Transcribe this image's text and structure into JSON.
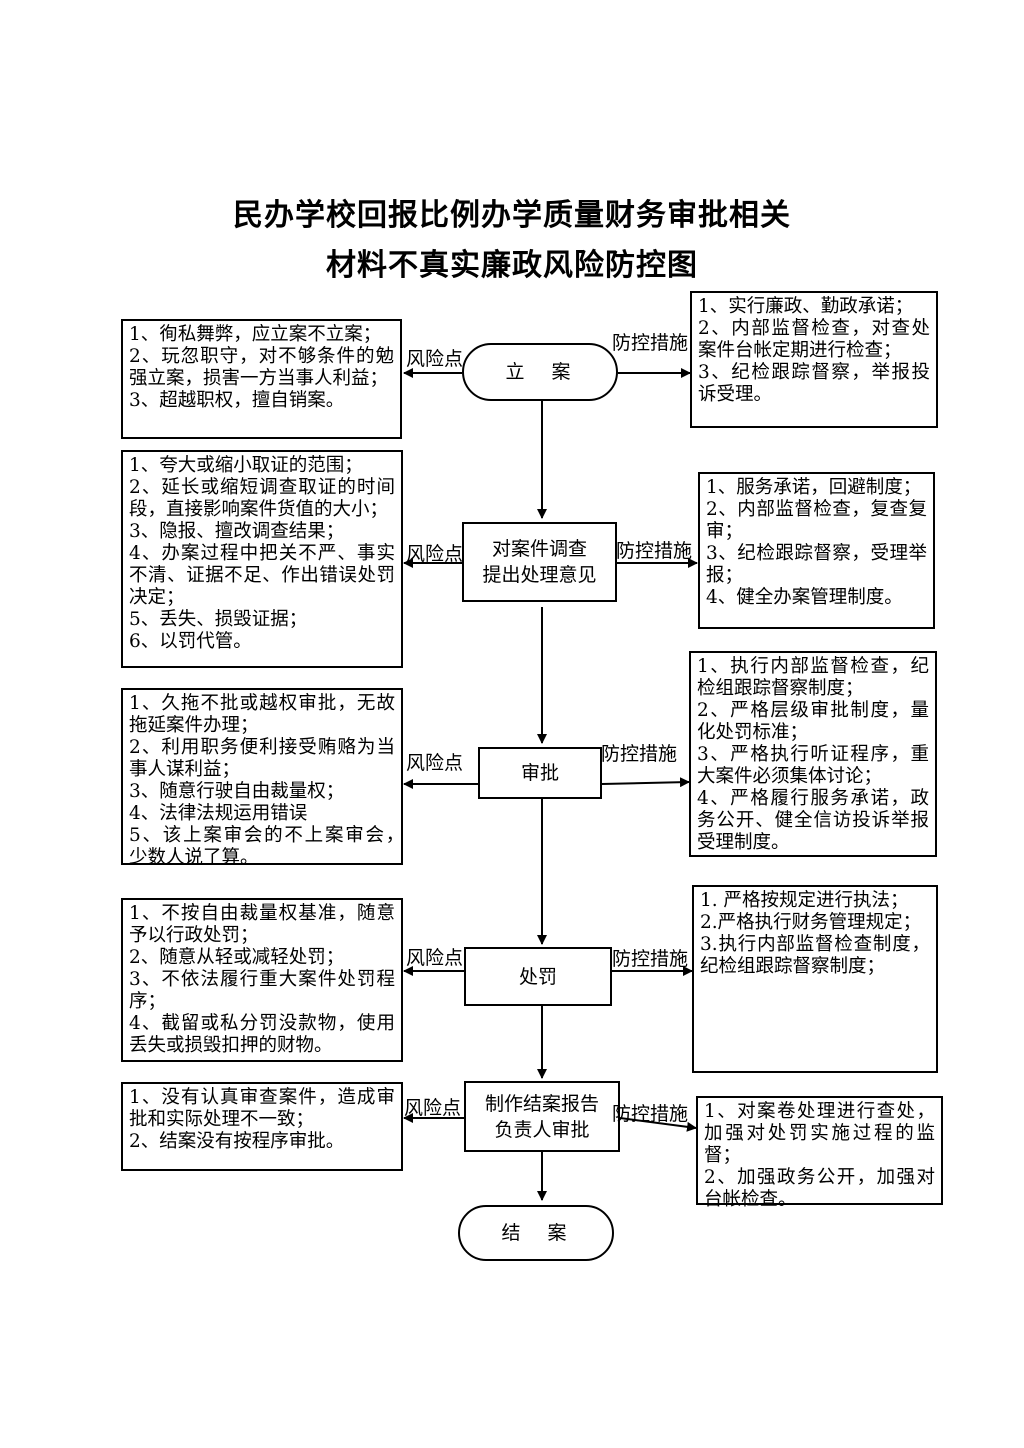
{
  "title": {
    "line1": "民办学校回报比例办学质量财务审批相关",
    "line2": "材料不真实廉政风险防控图"
  },
  "labels": {
    "risk": "风险点",
    "control": "防控措施"
  },
  "steps": [
    {
      "node": "立　案",
      "risks": "1、徇私舞弊，应立案不立案；\n2、玩忽职守，对不够条件的勉强立案，损害一方当事人利益；\n3、超越职权，擅自销案。",
      "controls": "1、实行廉政、勤政承诺；\n2、内部监督检查，对查处案件台帐定期进行检查；\n3、纪检跟踪督察，举报投诉受理。"
    },
    {
      "node": "对案件调查\n提出处理意见",
      "risks": "1、夸大或缩小取证的范围；\n2、延长或缩短调查取证的时间段，直接影响案件货值的大小；\n3、隐报、擅改调查结果；\n4、办案过程中把关不严、事实不清、证据不足、作出错误处罚决定；\n5、丢失、损毁证据；\n6、以罚代管。",
      "controls": "1、服务承诺，回避制度；\n2、内部监督检查，复查复审；\n3、纪检跟踪督察，受理举报；\n4、健全办案管理制度。"
    },
    {
      "node": "审批",
      "risks": "1、久拖不批或越权审批，无故拖延案件办理；\n2、利用职务便利接受贿赂为当事人谋利益；\n3、随意行驶自由裁量权；\n4、法律法规运用错误\n5、该上案审会的不上案审会，　少数人说了算。",
      "controls": "1、执行内部监督检查，纪检组跟踪督察制度；\n2、严格层级审批制度，量化处罚标准；\n3、严格执行听证程序，重大案件必须集体讨论；\n4、严格履行服务承诺，政务公开、健全信访投诉举报受理制度。"
    },
    {
      "node": "处罚",
      "risks": "1、不按自由裁量权基准，随意予以行政处罚；\n2、随意从轻或减轻处罚；\n3、不依法履行重大案件处罚程序；\n4、截留或私分罚没款物，使用丢失或损毁扣押的财物。",
      "controls": "1. 严格按规定进行执法；\n2.严格执行财务管理规定；\n3.执行内部监督检查制度，纪检组跟踪督察制度；"
    },
    {
      "node": "制作结案报告\n负责人审批",
      "risks": "1、没有认真审查案件，造成审批和实际处理不一致；\n2、结案没有按程序审批。",
      "controls": "1、对案卷处理进行查处，加强对处罚实施过程的监督；\n2、加强政务公开，加强对台帐检查。"
    }
  ],
  "end_node": "结　案"
}
